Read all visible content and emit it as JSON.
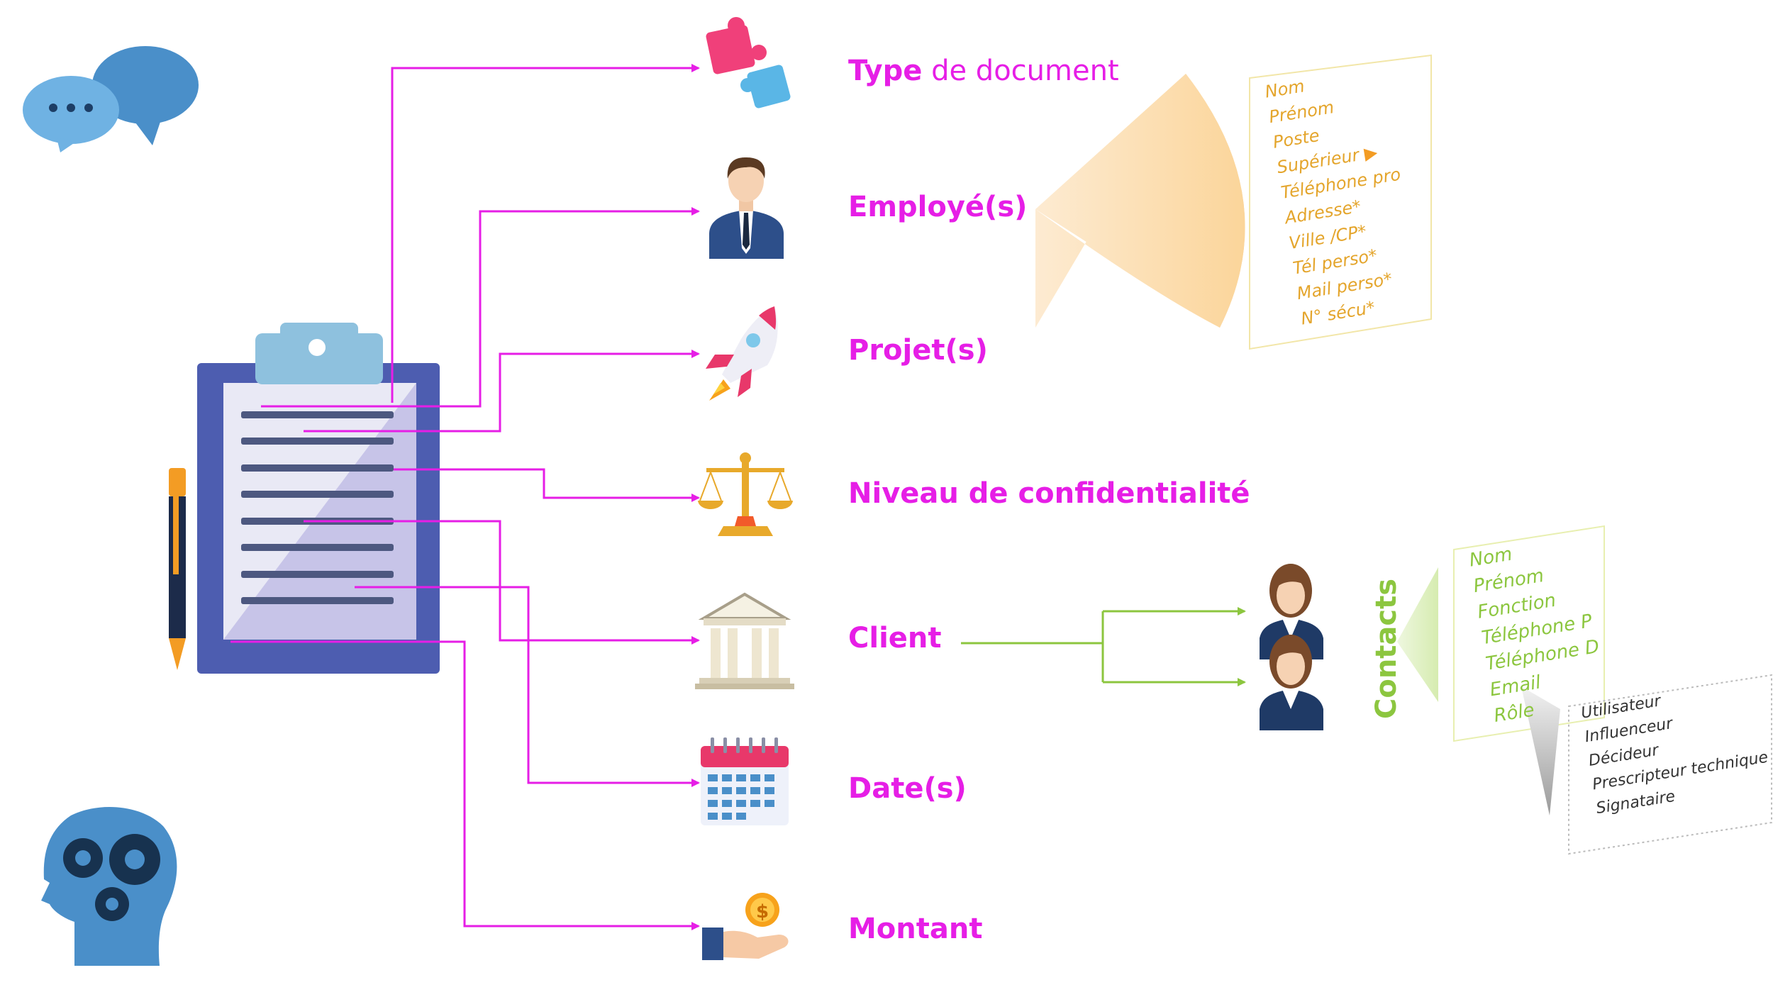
{
  "colors": {
    "connector": "#e61ee6",
    "label": "#e61ee6",
    "contacts": "#8cc63f",
    "employee_fields": "#e4a52c",
    "role_fields": "#333333"
  },
  "document_icon": "clipboard-icon",
  "categories": [
    {
      "bold": "Type",
      "rest": " de document",
      "icon": "puzzle-icon"
    },
    {
      "bold": "Employé(s)",
      "rest": "",
      "icon": "employee-icon"
    },
    {
      "bold": "Projet(s)",
      "rest": "",
      "icon": "rocket-icon"
    },
    {
      "bold": "Niveau de confidentialité",
      "rest": "",
      "icon": "scales-icon"
    },
    {
      "bold": "Client",
      "rest": "",
      "icon": "bank-icon"
    },
    {
      "bold": "Date(s)",
      "rest": "",
      "icon": "calendar-icon"
    },
    {
      "bold": "Montant",
      "rest": "",
      "icon": "money-hand-icon"
    }
  ],
  "employee_fields": [
    "Nom",
    "Prénom",
    "Poste",
    "Supérieur",
    "Téléphone pro",
    "Adresse*",
    "Ville /CP*",
    "Tél perso*",
    "Mail perso*",
    "N° sécu*"
  ],
  "contacts": {
    "title": "Contacts",
    "fields": [
      "Nom",
      "Prénom",
      "Fonction",
      "Téléphone P",
      "Téléphone D",
      "Email",
      "Rôle"
    ],
    "roles": [
      "Utilisateur",
      "Influenceur",
      "Décideur",
      "Prescripteur technique",
      "Signataire"
    ]
  }
}
